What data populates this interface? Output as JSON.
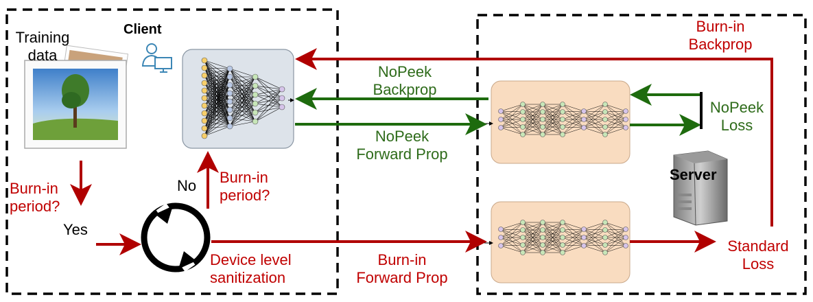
{
  "client": {
    "title": "Client",
    "training_data": [
      "Training",
      "data"
    ]
  },
  "server": {
    "title": "Server"
  },
  "labels": {
    "burnin_backprop": [
      "Burn-in",
      "Backprop"
    ],
    "nopeek_backprop": [
      "NoPeek",
      "Backprop"
    ],
    "nopeek_forward": [
      "NoPeek",
      "Forward Prop"
    ],
    "nopeek_loss": [
      "NoPeek",
      "Loss"
    ],
    "burnin_period_left": [
      "Burn-in",
      "period?"
    ],
    "yes": "Yes",
    "no": "No",
    "burnin_period_mid": [
      "Burn-in",
      "period?"
    ],
    "device_sanitization": [
      "Device level",
      "sanitization"
    ],
    "burnin_forward": [
      "Burn-in",
      "Forward Prop"
    ],
    "standard_loss": [
      "Standard",
      "Loss"
    ]
  },
  "colors": {
    "burnin": "#c00000",
    "nopeek": "#1e6b0e",
    "server_net_fill": "#f9dcc0",
    "client_net_fill": "#dde3ea"
  },
  "icons": [
    "user-computer-icon",
    "photo-stack-icon",
    "refresh-cycle-icon",
    "server-tower-icon"
  ]
}
